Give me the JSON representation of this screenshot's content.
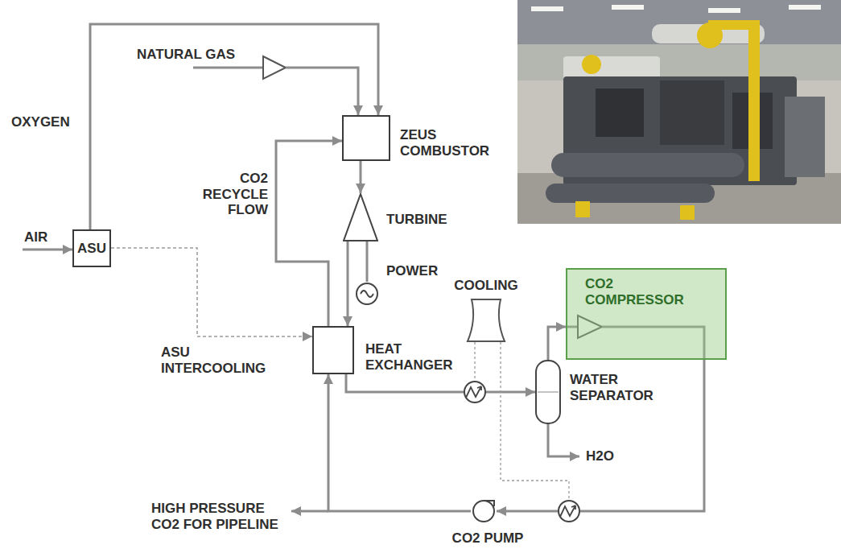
{
  "diagram": {
    "nodes": [
      {
        "text": [
          "ASU"
        ]
      },
      {
        "text": [
          "ZEUS COMBUSTOR"
        ]
      },
      {
        "text": [
          "TURBINE"
        ]
      },
      {
        "text": [
          "POWER"
        ]
      },
      {
        "text": [
          "HEAT EXCHANGER"
        ]
      },
      {
        "text": [
          "COOLING"
        ]
      },
      {
        "text": [
          "CO2 COMPRESSOR"
        ]
      },
      {
        "text": [
          "WATER SEPARATOR"
        ]
      },
      {
        "text": [
          "CO2 PUMP"
        ]
      }
    ],
    "edges": [
      {
        "from": 0,
        "to": 1,
        "label": "OXYGEN",
        "arrow": "to"
      },
      {
        "from": 1,
        "to": 2,
        "arrow": "to"
      },
      {
        "from": 2,
        "to": 3,
        "arrow": "none"
      },
      {
        "from": 2,
        "to": 4,
        "arrow": "to"
      },
      {
        "from": 4,
        "to": 1,
        "label": "CO2 RECYCLE FLOW",
        "arrow": "to"
      },
      {
        "from": 0,
        "to": 4,
        "label": "ASU INTERCOOLING",
        "arrow": "to"
      },
      {
        "from": 4,
        "to": 7,
        "arrow": "to"
      },
      {
        "from": 7,
        "to": 6,
        "arrow": "to"
      },
      {
        "from": 6,
        "to": 8,
        "arrow": "to"
      },
      {
        "from": 8,
        "to": 4,
        "arrow": "to"
      }
    ],
    "labels": [
      "AIR",
      "NATURAL GAS",
      "H2O",
      "HIGH PRESSURE CO2 FOR PIPELINE"
    ]
  }
}
